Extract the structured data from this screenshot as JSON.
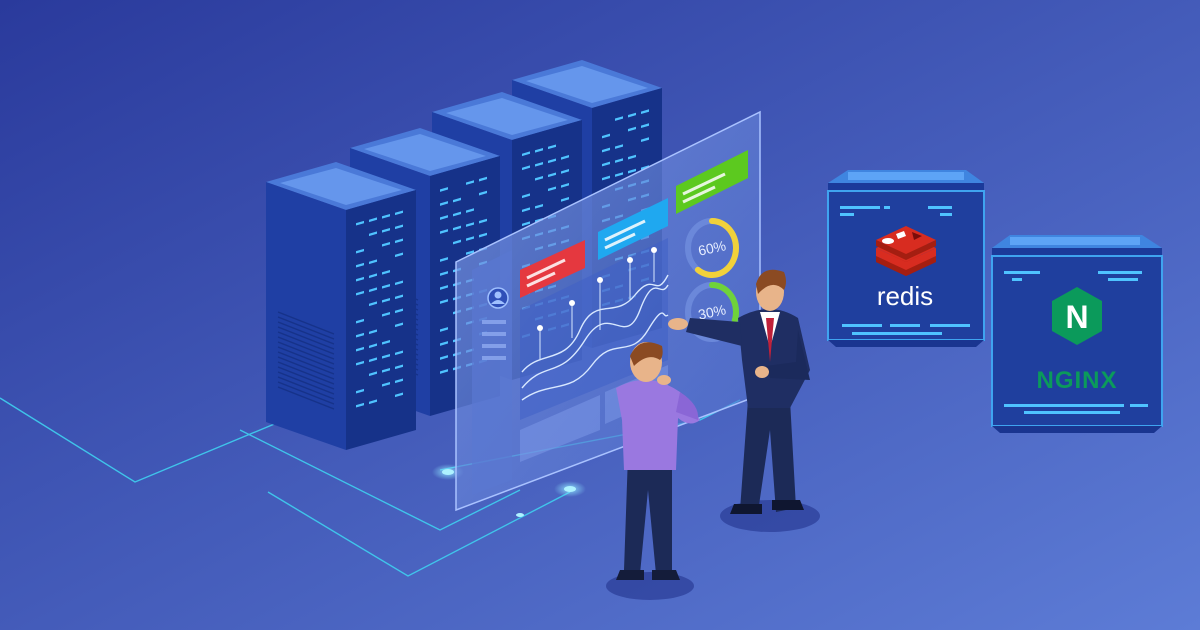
{
  "colors": {
    "bg_top": "#2b3a9e",
    "bg_bottom": "#5a78d4",
    "server_top": "#4a79d8",
    "server_front": "#1f3f9e",
    "server_side": "#12307f",
    "led_blue": "#4fc3ff",
    "circuit": "#3fd0f0",
    "accent_red": "#e5383f",
    "accent_cyan": "#1fa8f0",
    "accent_green": "#5cc91f",
    "gauge_yellow": "#f1d13a",
    "gauge_green": "#6fd23a",
    "redis_red": "#d82c20",
    "nginx_green": "#0b9a5b",
    "person_purple": "#9a78e0",
    "person_suit": "#1c2a57",
    "tie_red": "#c0213a",
    "skin": "#e8b48a"
  },
  "dashboard": {
    "gauges": [
      {
        "value": "60%",
        "fraction": 0.6,
        "color": "#f1d13a"
      },
      {
        "value": "30%",
        "fraction": 0.3,
        "color": "#6fd23a"
      }
    ],
    "flags": [
      {
        "color": "#e5383f"
      },
      {
        "color": "#1fa8f0"
      },
      {
        "color": "#5cc91f"
      }
    ]
  },
  "logos": {
    "redis": {
      "label": "redis",
      "icon": "redis-stack-icon"
    },
    "nginx": {
      "label": "NGINX",
      "icon": "nginx-hexagon-icon",
      "letter": "N"
    }
  },
  "icons": {
    "avatar": "user-avatar-icon"
  }
}
